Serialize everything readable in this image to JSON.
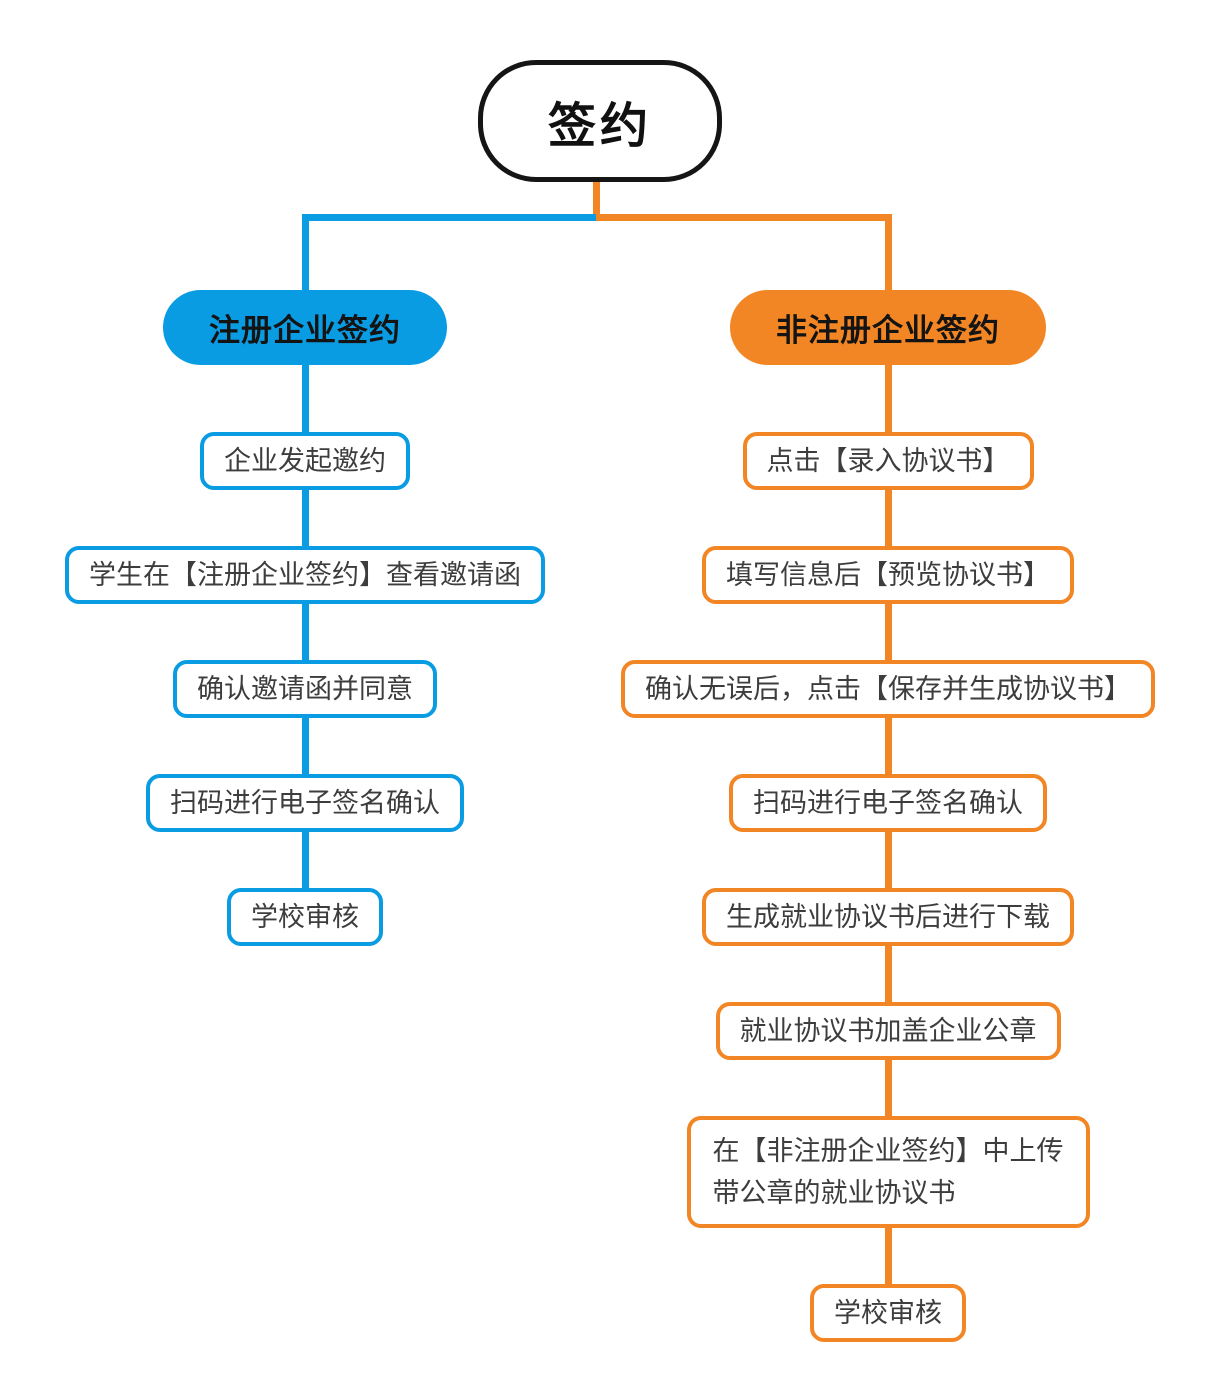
{
  "root": {
    "label": "签约"
  },
  "palette": {
    "blue": "#0A9CE2",
    "orange": "#F28524",
    "root_border": "#151515",
    "root_text": "#111111",
    "header_text": "#141414",
    "node_text": "#3D3D3D",
    "node_bg": "#FFFFFF",
    "background": "#FFFFFF"
  },
  "branches": [
    {
      "key": "registered",
      "color_name": "blue",
      "header": "注册企业签约",
      "steps": [
        "企业发起邀约",
        "学生在【注册企业签约】查看邀请函",
        "确认邀请函并同意",
        "扫码进行电子签名确认",
        "学校审核"
      ]
    },
    {
      "key": "unregistered",
      "color_name": "orange",
      "header": "非注册企业签约",
      "steps": [
        "点击【录入协议书】",
        "填写信息后【预览协议书】",
        "确认无误后，点击【保存并生成协议书】",
        "扫码进行电子签名确认",
        "生成就业协议书后进行下载",
        "就业协议书加盖企业公章",
        "在【非注册企业签约】中上传\n带公章的就业协议书",
        "学校审核"
      ]
    }
  ]
}
